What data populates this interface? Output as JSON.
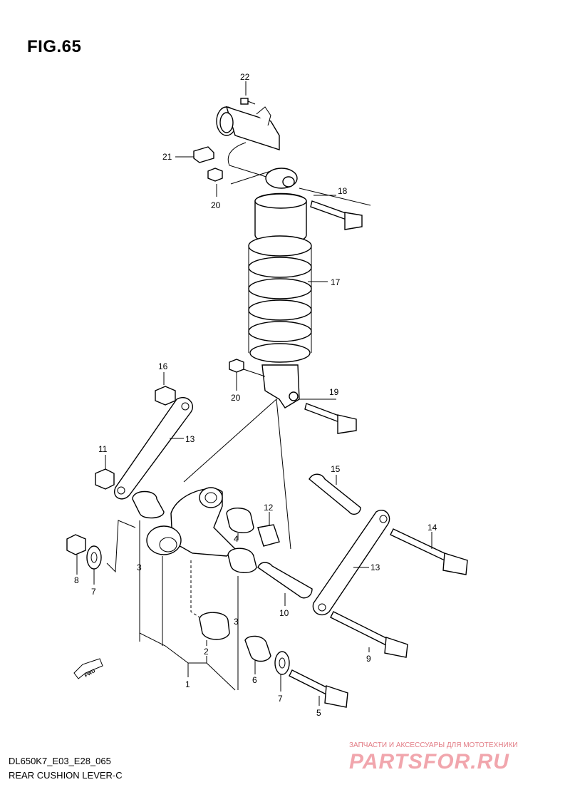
{
  "figure": {
    "title": "FIG.65"
  },
  "callouts": {
    "c1": "1",
    "c2": "2",
    "c3a": "3",
    "c3b": "3",
    "c4": "4",
    "c5": "5",
    "c6": "6",
    "c7a": "7",
    "c7b": "7",
    "c8": "8",
    "c9": "9",
    "c10": "10",
    "c11": "11",
    "c12": "12",
    "c13a": "13",
    "c13b": "13",
    "c14": "14",
    "c15": "15",
    "c16": "16",
    "c17": "17",
    "c18": "18",
    "c19": "19",
    "c20a": "20",
    "c20b": "20",
    "c21": "21",
    "c22": "22"
  },
  "direction_marker": "FWD",
  "footer": {
    "model_code": "DL650K7_E03_E28_065",
    "group_name": "REAR CUSHION LEVER-C"
  },
  "watermark": {
    "caption": "ЗАПЧАСТИ И АКСЕССУАРЫ ДЛЯ МОТОТЕХНИКИ",
    "logo_text": "PARTSFOR.RU"
  }
}
